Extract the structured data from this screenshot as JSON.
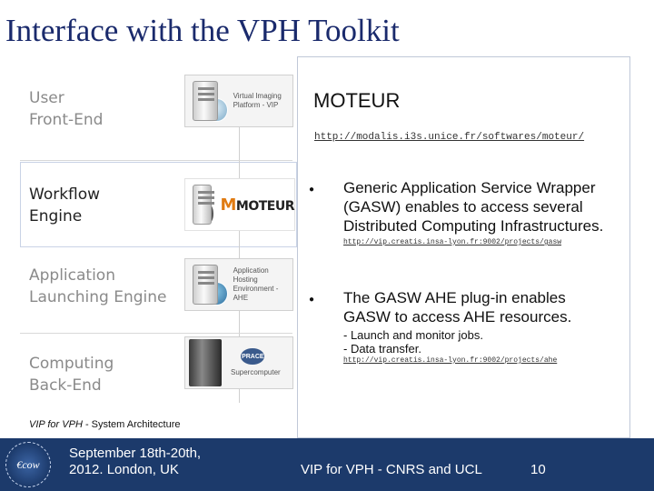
{
  "slide": {
    "title": "Interface with the VPH Toolkit"
  },
  "architecture": {
    "rows": [
      {
        "label": "User\nFront-End",
        "thumb_text": "Virtual Imaging Platform - VIP",
        "icon": "server-globe-icon"
      },
      {
        "label": "Workflow\nEngine",
        "thumb_text": "MOTEUR",
        "icon": "server-gear-icon"
      },
      {
        "label": "Application\nLaunching Engine",
        "thumb_text": "Application Hosting Environment - AHE",
        "icon": "server-app-icon"
      },
      {
        "label": "Computing\nBack-End",
        "thumb_text": "Supercomputer",
        "badge_text": "PRACE",
        "icon": "supercomputer-icon"
      }
    ],
    "caption_italic": "VIP for VPH",
    "caption_rest": " - System Architecture"
  },
  "panel": {
    "title": "MOTEUR",
    "url": "http://modalis.i3s.unice.fr/softwares/moteur/",
    "bullets": [
      {
        "text": "Generic Application Service Wrapper (GASW) enables to access several Distributed Computing Infrastructures.",
        "link": "http://vip.creatis.insa-lyon.fr:9002/projects/gasw"
      },
      {
        "text": "The GASW AHE plug-in enables GASW to access AHE resources.",
        "sub": "- Launch and monitor jobs.\n- Data transfer.",
        "link": "http://vip.creatis.insa-lyon.fr:9002/projects/ahe"
      }
    ]
  },
  "footer": {
    "logo_text": "€cow",
    "date": "September 18th-20th,\n2012. London, UK",
    "center": "VIP for VPH - CNRS and UCL",
    "page_number": "10",
    "background": "#1c3a6b"
  }
}
